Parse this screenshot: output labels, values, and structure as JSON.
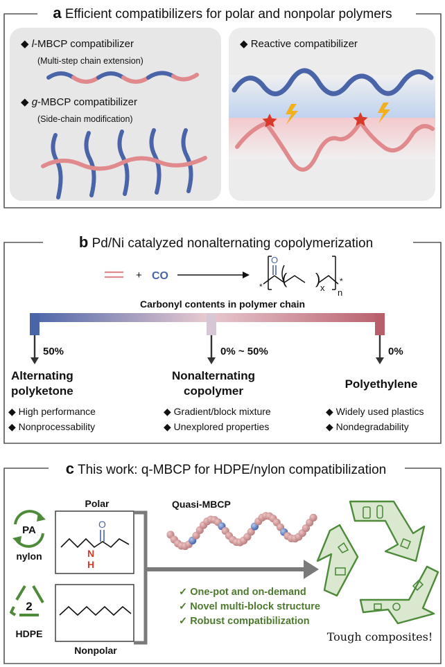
{
  "panel_a": {
    "letter": "a",
    "title": "Efficient compatibilizers for polar and nonpolar polymers",
    "l_prefix": "l",
    "l_label": "-MBCP compatibilizer",
    "l_sub": "(Multi-step chain extension)",
    "g_prefix": "g",
    "g_label": "-MBCP compatibilizer",
    "g_sub": "(Side-chain modification)",
    "reactive_label": "Reactive compatibilizer"
  },
  "panel_b": {
    "letter": "b",
    "title": "Pd/Ni catalyzed nonalternating copolymerization",
    "plus": "+",
    "co": "CO",
    "carbonyl_o": "O",
    "sub_x": "x",
    "sub_n": "n",
    "star": "*",
    "bar_label": "Carbonyl contents in polymer chain",
    "columns": [
      {
        "percent": "50%",
        "name_line1": "Alternating",
        "name_line2": "polyketone",
        "bullets": [
          "High performance",
          "Nonprocessability"
        ]
      },
      {
        "percent": "0% ~ 50%",
        "name_line1": "Nonalternating",
        "name_line2": "copolymer",
        "bullets": [
          "Gradient/block mixture",
          "Unexplored properties"
        ]
      },
      {
        "percent": "0%",
        "name_line1": "Polyethylene",
        "name_line2": "",
        "bullets": [
          "Widely used plastics",
          "Nondegradability"
        ]
      }
    ],
    "gradient_colors": [
      "#4a64a8",
      "#e8c9d0",
      "#b85f6c"
    ]
  },
  "panel_c": {
    "letter": "c",
    "title": "This work: q-MBCP for HDPE/nylon compatibilization",
    "pa_badge": "PA",
    "nylon": "nylon",
    "hdpe_badge": "2",
    "hdpe": "HDPE",
    "polar": "Polar",
    "nonpolar": "Nonpolar",
    "amide_o": "O",
    "amide_n": "N",
    "amide_h": "H",
    "quasi": "Quasi-MBCP",
    "checks": [
      "One-pot and on-demand",
      "Novel multi-block structure",
      "Robust compatibilization"
    ],
    "check_mark": "✓",
    "tough": "Tough composites!"
  },
  "colors": {
    "blue": "#4a64a8",
    "pink": "#e08a8e",
    "green": "#4d8a3a",
    "red": "#d63a2a"
  }
}
